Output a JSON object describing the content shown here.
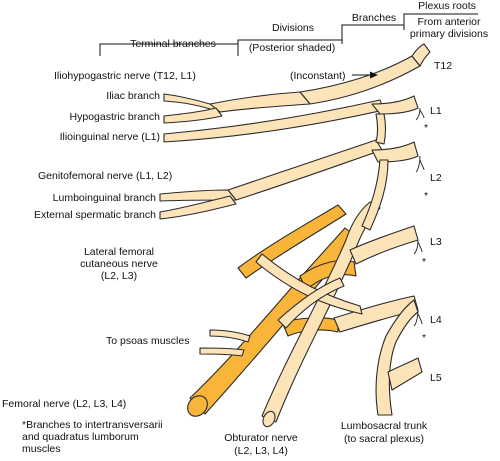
{
  "header": {
    "terminal_branches": "Terminal branches",
    "divisions": "Divisions",
    "posterior_shaded": "(Posterior shaded)",
    "branches": "Branches",
    "plexus_roots": "Plexus roots",
    "from_anterior_1": "From anterior",
    "from_anterior_2": "primary divisions"
  },
  "roots": [
    "T12",
    "L1",
    "L2",
    "L3",
    "L4",
    "L5"
  ],
  "asterisk": "*",
  "labels": {
    "iliohypogastric": "Iliohypogastric nerve (T12, L1)",
    "inconstant": "(Inconstant)",
    "iliac": "Iliac branch",
    "hypogastric": "Hypogastric branch",
    "ilioinguinal": "Ilioinguinal nerve (L1)",
    "genitofemoral": "Genitofemoral nerve (L1, L2)",
    "lumboinguinal": "Lumboinguinal branch",
    "external_spermatic": "External spermatic branch",
    "lateral_femoral_1": "Lateral femoral",
    "lateral_femoral_2": "cutaneous nerve",
    "lateral_femoral_3": "(L2, L3)",
    "psoas": "To psoas muscles",
    "femoral": "Femoral nerve (L2, L3, L4)",
    "footnote_1": "*Branches to intertransversarii",
    "footnote_2": "and quadratus lumborum",
    "footnote_3": "muscles",
    "obturator_1": "Obturator nerve",
    "obturator_2": "(L2, L3, L4)",
    "lumbosacral_1": "Lumbosacral trunk",
    "lumbosacral_2": "(to sacral plexus)"
  },
  "colors": {
    "anterior_fill": "#FDE4B8",
    "posterior_fill": "#F9B43A",
    "outline": "#2b2b2b"
  }
}
